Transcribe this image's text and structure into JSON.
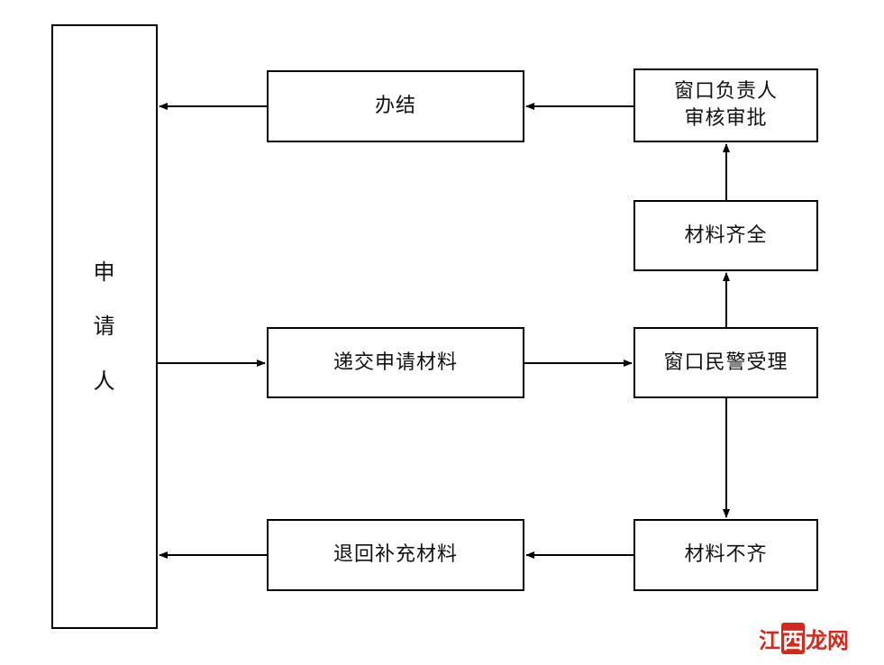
{
  "applicant": {
    "chars": [
      "申",
      "请",
      "人"
    ]
  },
  "boxes": {
    "finish": "办结",
    "supervisor_review_line1": "窗口负责人",
    "supervisor_review_line2": "审核审批",
    "materials_complete": "材料齐全",
    "submit_materials": "递交申请材料",
    "window_police_accept": "窗口民警受理",
    "materials_incomplete": "材料不齐",
    "return_supplement": "退回补充材料"
  },
  "watermark": {
    "part1": "江",
    "part2": "西",
    "part3": "龙网"
  },
  "colors": {
    "line": "#000000",
    "watermark": "#d4281d"
  }
}
